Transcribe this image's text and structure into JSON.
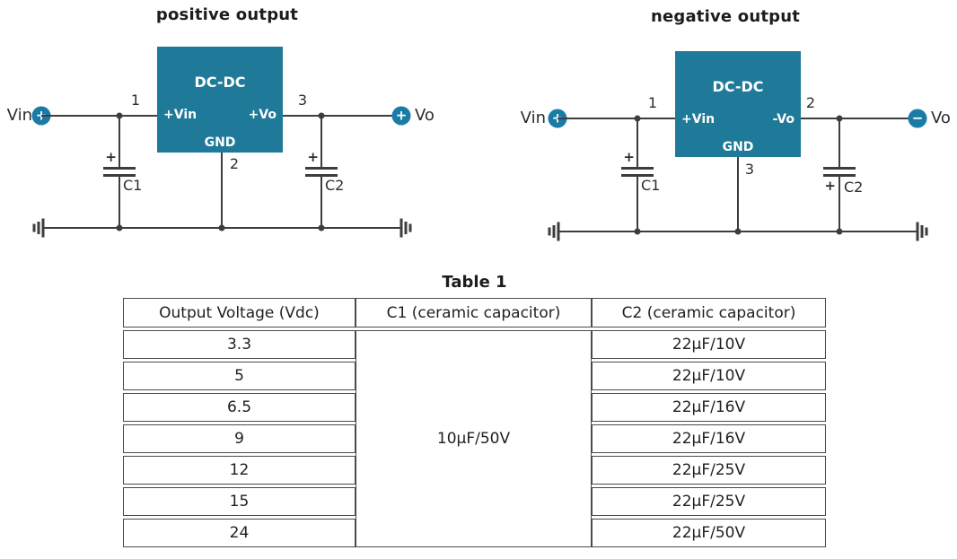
{
  "positive": {
    "title": "positive output",
    "input": {
      "label": "Vin",
      "polarity": "+"
    },
    "output": {
      "label": "Vo",
      "polarity": "+"
    },
    "block": {
      "name": "DC-DC",
      "in": "+Vin",
      "out": "+Vo",
      "gnd": "GND"
    },
    "pins": {
      "in": "1",
      "out": "3",
      "gnd": "2"
    },
    "c1": {
      "label": "C1",
      "polarity": "+"
    },
    "c2": {
      "label": "C2",
      "polarity": "+"
    }
  },
  "negative": {
    "title": "negative output",
    "input": {
      "label": "Vin",
      "polarity": "+"
    },
    "output": {
      "label": "Vo",
      "polarity": "−"
    },
    "block": {
      "name": "DC-DC",
      "in": "+Vin",
      "out": "-Vo",
      "gnd": "GND"
    },
    "pins": {
      "in": "1",
      "out": "2",
      "gnd": "3"
    },
    "c1": {
      "label": "C1",
      "polarity": "+"
    },
    "c2": {
      "label": "C2",
      "polarity": "+"
    }
  },
  "table": {
    "title": "Table 1",
    "headers": [
      "Output Voltage (Vdc)",
      "C1 (ceramic capacitor)",
      "C2 (ceramic capacitor)"
    ],
    "c1_shared_value": "10µF/50V",
    "rows": [
      {
        "voltage": "3.3",
        "c2": "22µF/10V"
      },
      {
        "voltage": "5",
        "c2": "22µF/10V"
      },
      {
        "voltage": "6.5",
        "c2": "22µF/16V"
      },
      {
        "voltage": "9",
        "c2": "22µF/16V"
      },
      {
        "voltage": "12",
        "c2": "22µF/25V"
      },
      {
        "voltage": "15",
        "c2": "22µF/25V"
      },
      {
        "voltage": "24",
        "c2": "22µF/50V"
      }
    ]
  },
  "colors": {
    "block_teal": "#1f7a99",
    "terminal_teal": "#1a7ca6",
    "wire": "#3d3d3d"
  }
}
